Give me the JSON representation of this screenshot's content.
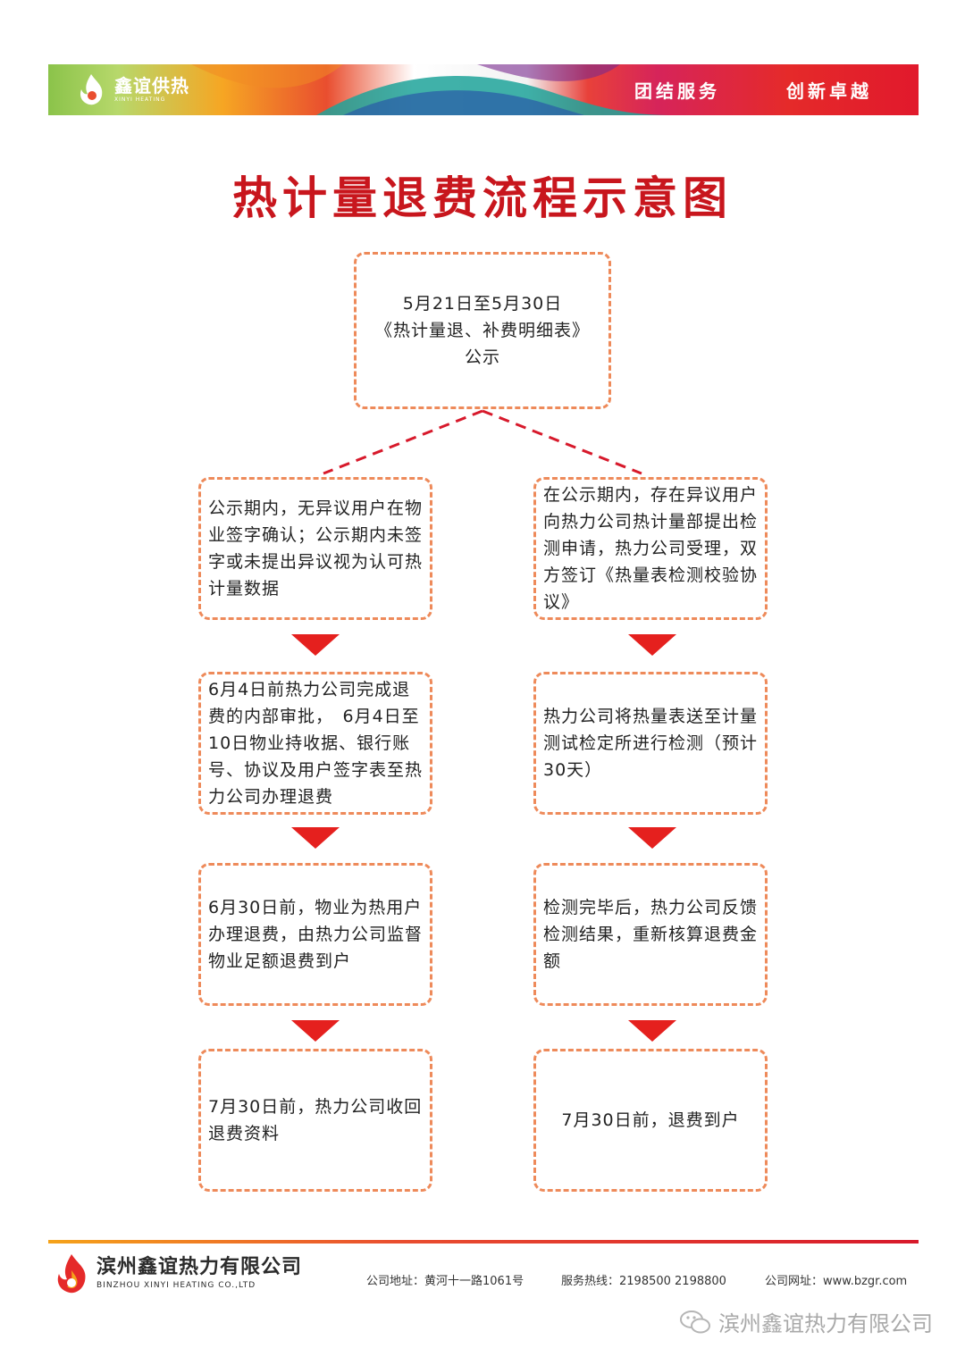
{
  "header": {
    "brand_cn": "鑫谊供热",
    "brand_en": "XINYI HEATING",
    "slogan_left": "团结服务",
    "slogan_right": "创新卓越"
  },
  "title": "热计量退费流程示意图",
  "flow": {
    "top": [
      "5月21日至5月30日",
      "《热计量退、补费明细表》",
      "公示"
    ],
    "left": [
      "公示期内，无异议用户在物业签字确认；公示期内未签字或未提出异议视为认可热计量数据",
      "6月4日前热力公司完成退费的内部审批，　6月4日至10日物业持收据、银行账号、协议及用户签字表至热力公司办理退费",
      "6月30日前，物业为热用户办理退费，由热力公司监督物业足额退费到户",
      "7月30日前，热力公司收回退费资料"
    ],
    "right": [
      "在公示期内，存在异议用户向热力公司热计量部提出检测申请，热力公司受理，双方签订《热量表检测校验协议》",
      "热力公司将热量表送至计量测试检定所进行检测（预计30天）",
      "检测完毕后，热力公司反馈检测结果，重新核算退费金额",
      "7月30日前，退费到户"
    ]
  },
  "footer": {
    "company_cn": "滨州鑫谊热力有限公司",
    "company_en": "BINZHOU XINYI HEATING CO.,LTD",
    "address": "公司地址：黄河十一路1061号",
    "hotline": "服务热线：2198500  2198800",
    "website": "公司网址：www.bzgr.com",
    "watermark": "滨州鑫谊热力有限公司"
  },
  "colors": {
    "accent_red": "#c8161d",
    "arrow_red": "#e5201e",
    "dash_orange": "#ee8a5a"
  }
}
